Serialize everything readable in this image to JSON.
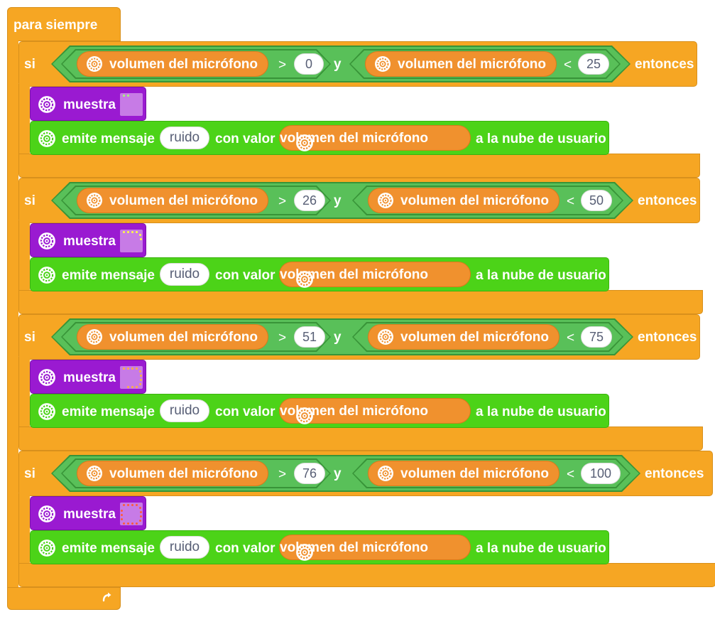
{
  "forever": {
    "label": "para siempre"
  },
  "colors": {
    "control": "#F6A623",
    "operator": "#59C059",
    "sensor": "#F0912E",
    "display": "#9A1AD1",
    "cloud": "#4CD318"
  },
  "blocks": [
    {
      "if_label": "si",
      "left_reporter": "volumen del micrófono",
      "gt": ">",
      "left_value": "0",
      "and": "y",
      "right_reporter": "volumen del micrófono",
      "lt": "<",
      "right_value": "25",
      "then": "entonces",
      "show_label": "muestra",
      "emit_label": "emite mensaje",
      "message": "ruido",
      "with_value": "con valor",
      "value_reporter": "volumen del micrófono",
      "cloud": "a la nube de usuario"
    },
    {
      "if_label": "si",
      "left_reporter": "volumen del micrófono",
      "gt": ">",
      "left_value": "26",
      "and": "y",
      "right_reporter": "volumen del micrófono",
      "lt": "<",
      "right_value": "50",
      "then": "entonces",
      "show_label": "muestra",
      "emit_label": "emite mensaje",
      "message": "ruido",
      "with_value": "con valor",
      "value_reporter": "volumen del micrófono",
      "cloud": "a la nube de usuario"
    },
    {
      "if_label": "si",
      "left_reporter": "volumen del micrófono",
      "gt": ">",
      "left_value": "51",
      "and": "y",
      "right_reporter": "volumen del micrófono",
      "lt": "<",
      "right_value": "75",
      "then": "entonces",
      "show_label": "muestra",
      "emit_label": "emite mensaje",
      "message": "ruido",
      "with_value": "con valor",
      "value_reporter": "volumen del micrófono",
      "cloud": "a la nube de usuario"
    },
    {
      "if_label": "si",
      "left_reporter": "volumen del micrófono",
      "gt": ">",
      "left_value": "76",
      "and": "y",
      "right_reporter": "volumen del micrófono",
      "lt": "<",
      "right_value": "100",
      "then": "entonces",
      "show_label": "muestra",
      "emit_label": "emite mensaje",
      "message": "ruido",
      "with_value": "con valor",
      "value_reporter": "volumen del micrófono",
      "cloud": "a la nube de usuario"
    }
  ]
}
